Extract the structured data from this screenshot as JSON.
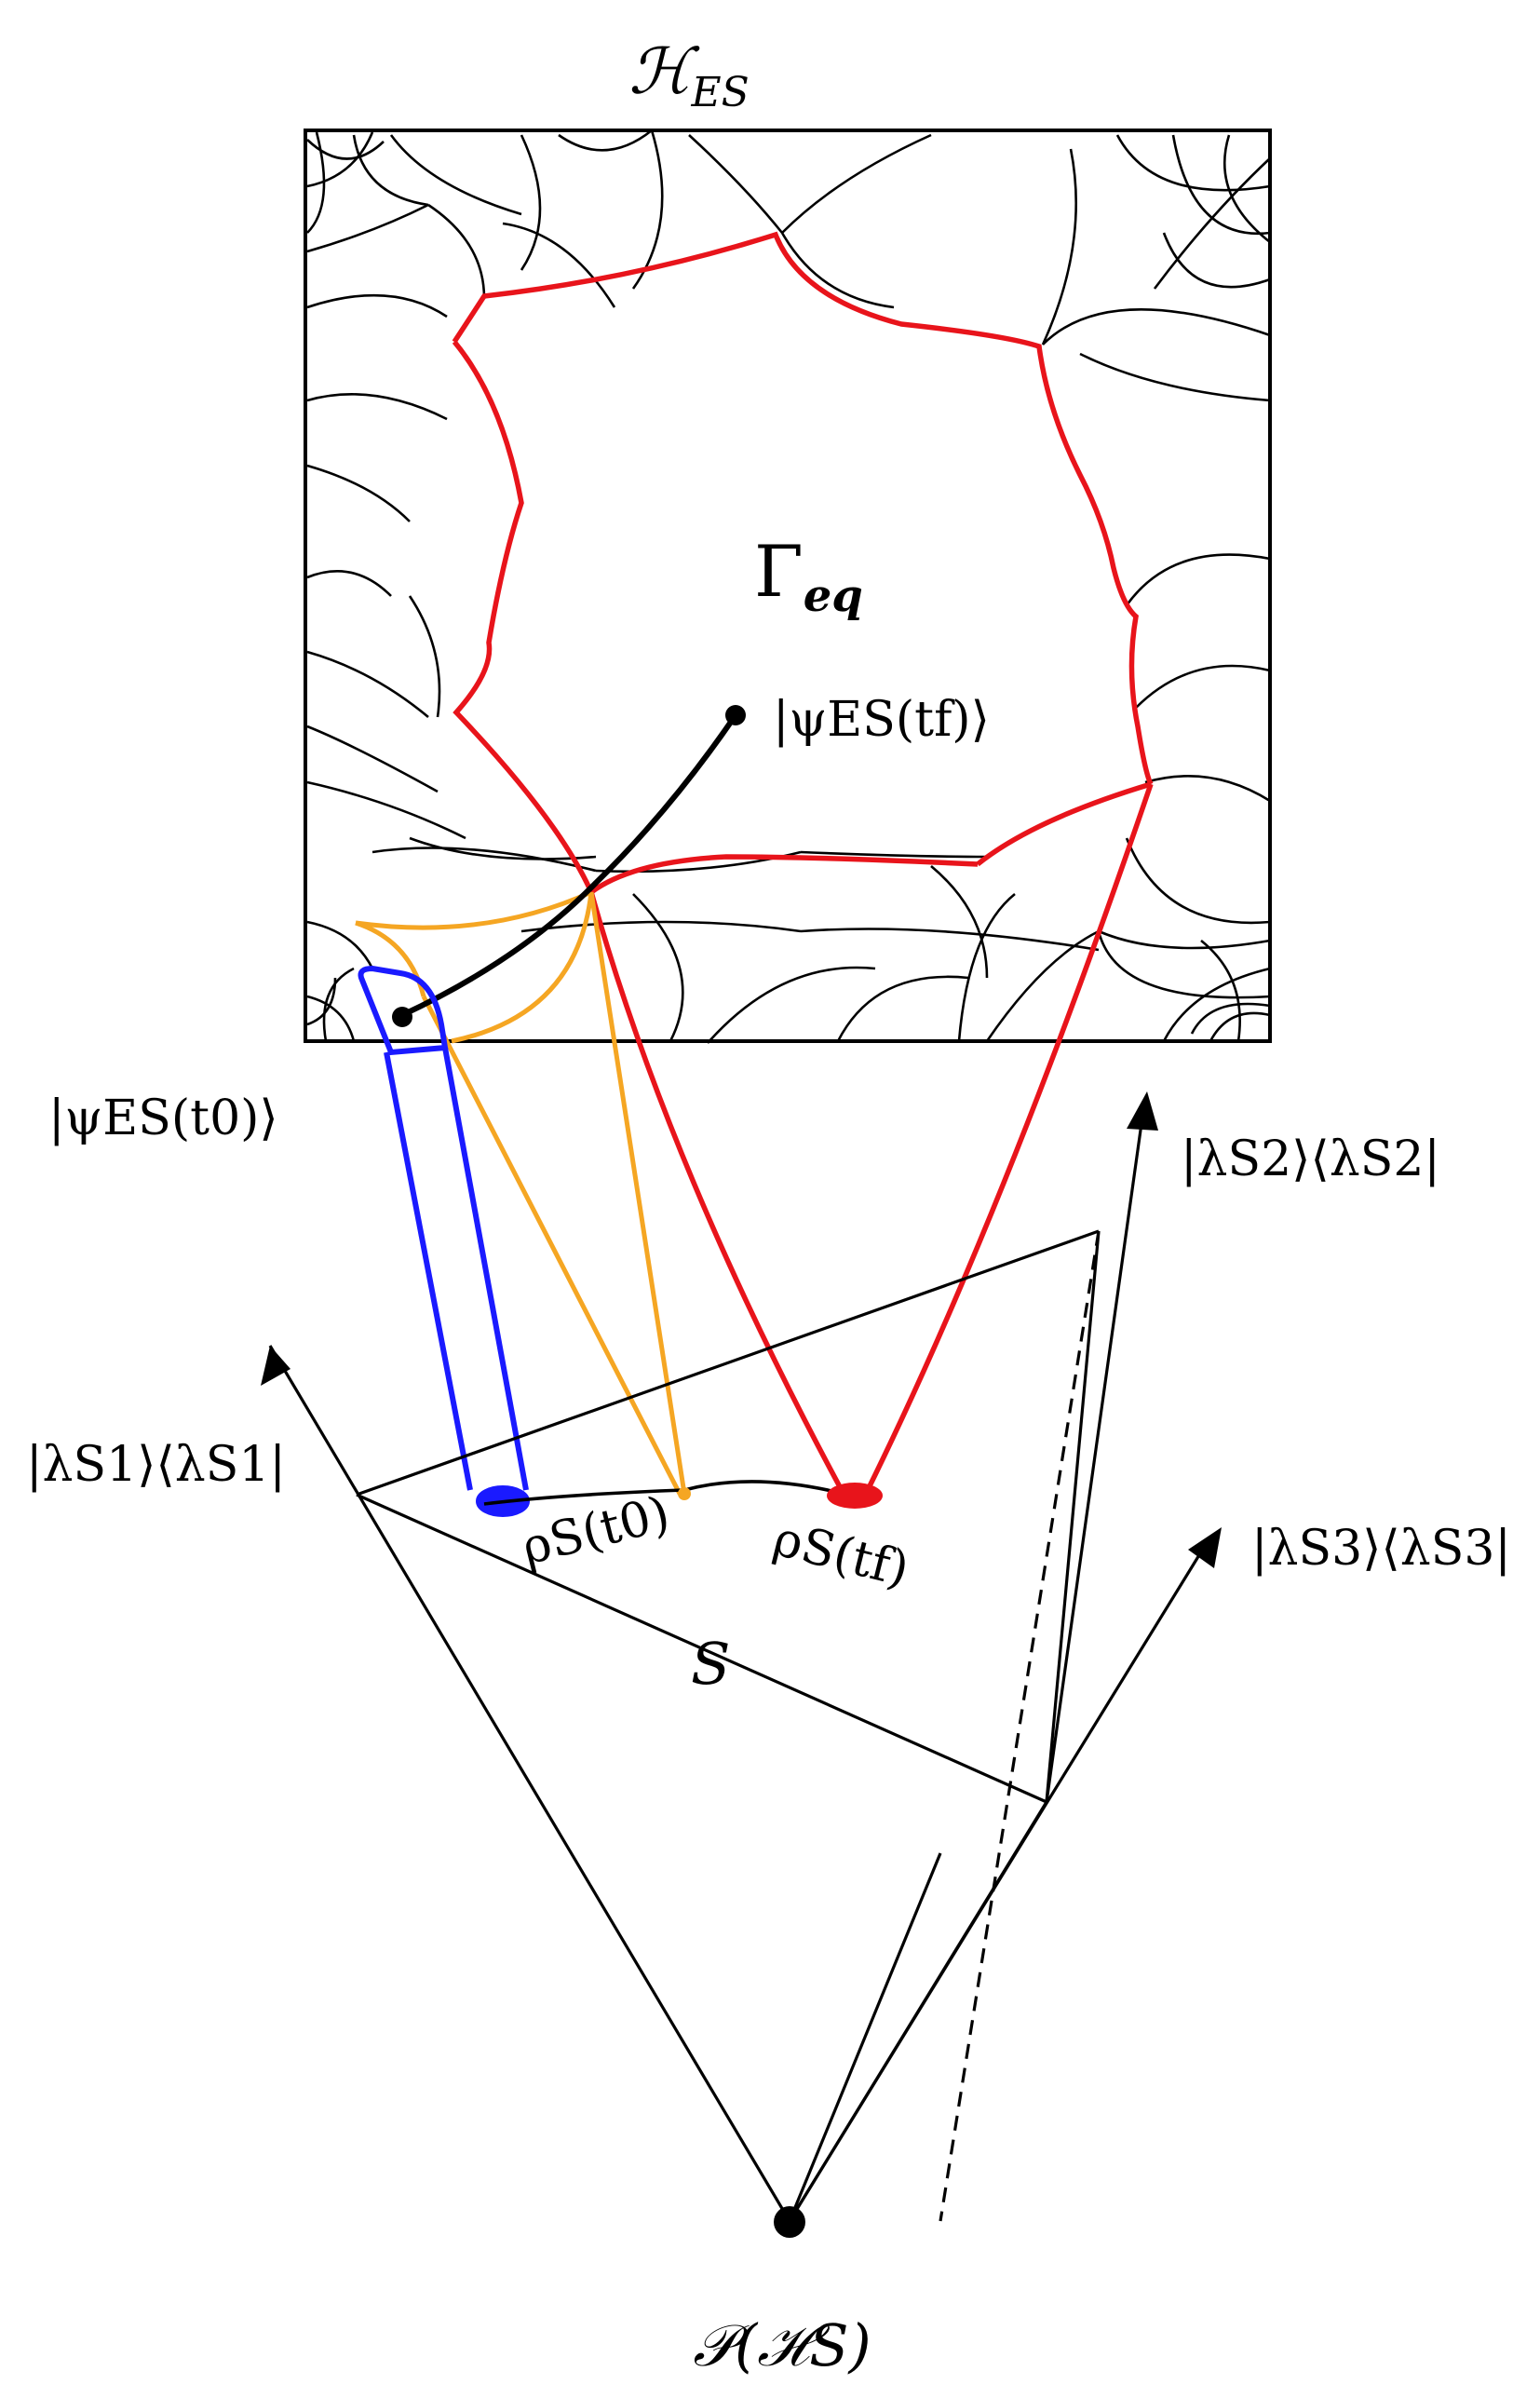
{
  "labels": {
    "hilbert_space": "ℋ",
    "hilbert_sub": "ES",
    "gamma": "Γ",
    "gamma_sub": "eq",
    "psi_tf": "|ψES(tf)⟩",
    "psi_t0": "|ψES(t0)⟩",
    "proj1": "|λS1⟩⟨λS1|",
    "proj2": "|λS2⟩⟨λS2|",
    "proj3": "|λS3⟩⟨λS3|",
    "rho_t0": "ρS(t0)",
    "rho_tf": "ρS(tf)",
    "simplex": "S",
    "projective_space": "𝒫(ℋS)"
  },
  "colors": {
    "equilibrium_region": "#e8141b",
    "initial_region": "#f5a623",
    "initial_state": "#1a1aff",
    "cells": "#000000",
    "trajectory": "#000000"
  }
}
